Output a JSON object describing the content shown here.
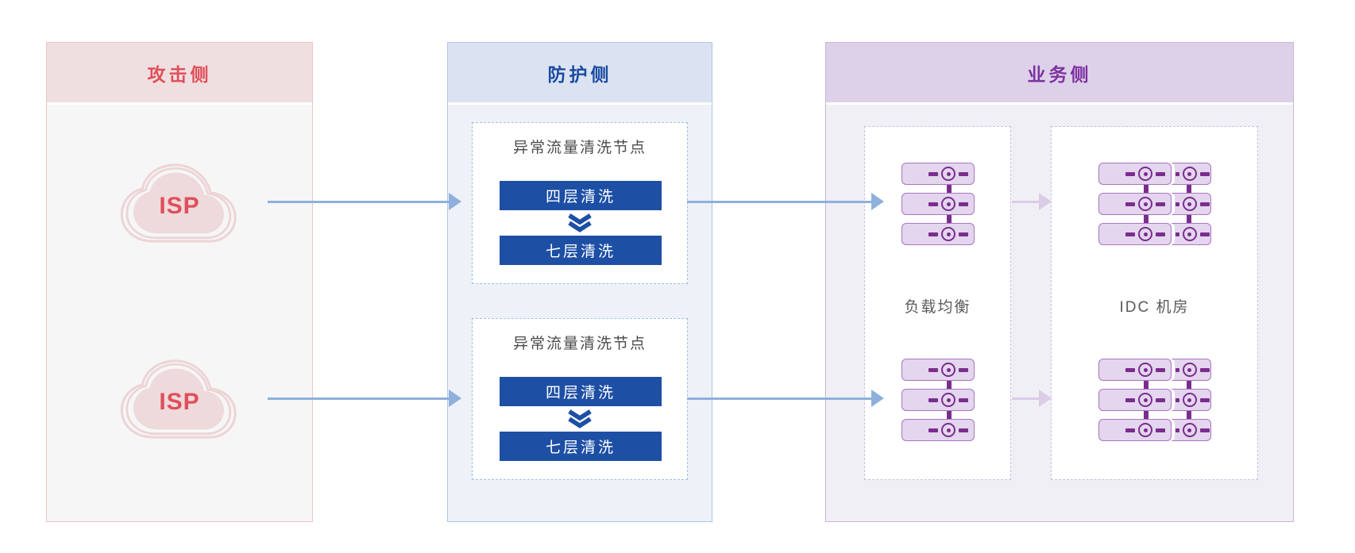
{
  "panels": {
    "attack": {
      "title": "攻击侧",
      "isp_clouds": [
        {
          "label": "ISP"
        },
        {
          "label": "ISP"
        }
      ]
    },
    "protection": {
      "title": "防护侧",
      "cleaning_nodes": [
        {
          "title": "异常流量清洗节点",
          "steps": [
            "四层清洗",
            "七层清洗"
          ]
        },
        {
          "title": "异常流量清洗节点",
          "steps": [
            "四层清洗",
            "七层清洗"
          ]
        }
      ]
    },
    "business": {
      "title": "业务侧",
      "load_balancer": {
        "label": "负载均衡"
      },
      "idc": {
        "label": "IDC 机房"
      }
    }
  },
  "colors": {
    "attack-accent": "#df4f5a",
    "attack-header": "#f0dfe0",
    "attack-border": "#eac5c6",
    "attack-body": "#f7f6f7",
    "cloud-fill": "#eedadb",
    "cloud-ring": "#ecd5d6",
    "prot-accent": "#1a4ba0",
    "prot-header": "#dbe3f2",
    "prot-border": "#aec6e8",
    "prot-body": "#eef1f8",
    "prot-dash": "#9dbfe6",
    "step-bg": "#1d4fa5",
    "biz-accent": "#7d32a0",
    "biz-header": "#ddd1e9",
    "biz-border": "#c7b4da",
    "biz-body": "#f0eff6",
    "biz-dash": "#cdbbe0",
    "server-fill": "#e3d6ee",
    "server-border": "#a976c2",
    "server-dark": "#7b2d8e",
    "arrow-blue": "#8fb0dc",
    "arrow-purple": "#dbcce8",
    "label-muted": "#4c4c4c"
  }
}
